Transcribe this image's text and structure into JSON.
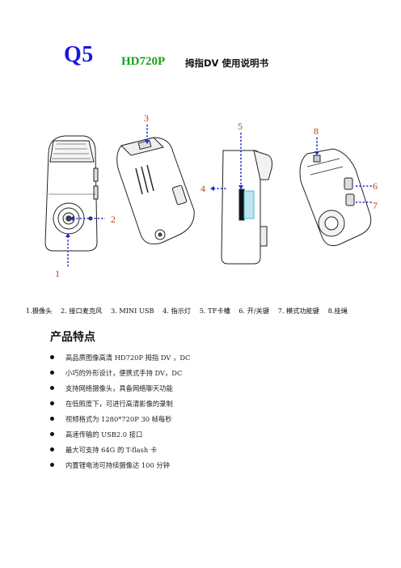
{
  "header": {
    "model": "Q5",
    "hd": "HD720P",
    "rest": "拇指DV  使用说明书"
  },
  "figure": {
    "callouts": [
      "1",
      "2",
      "3",
      "4",
      "5",
      "6",
      "7",
      "8"
    ]
  },
  "caption": {
    "parts": [
      "1.摄像头",
      "2. 接口麦克风",
      "3. MINI USB",
      "4. 指示灯",
      "5. TF卡槽",
      "6. 开/关键",
      "7. 模式功能键",
      "8.挂绳"
    ]
  },
  "section": {
    "title": "产品特点"
  },
  "features": [
    "高品质图像高清 HD720P 拇指 DV ，DC",
    "小巧的外形设计，便携式手持 DV，DC",
    "支持网络摄像头，具备网络聊天功能",
    "在低照度下，可进行高清影像的录制",
    "视频格式为 1280*720P 30 帧每秒",
    "高速传输的 USB2.0 接口",
    "最大可支持 64G 的 T-flash 卡",
    "内置锂电池可持续摄像达 100 分钟"
  ]
}
